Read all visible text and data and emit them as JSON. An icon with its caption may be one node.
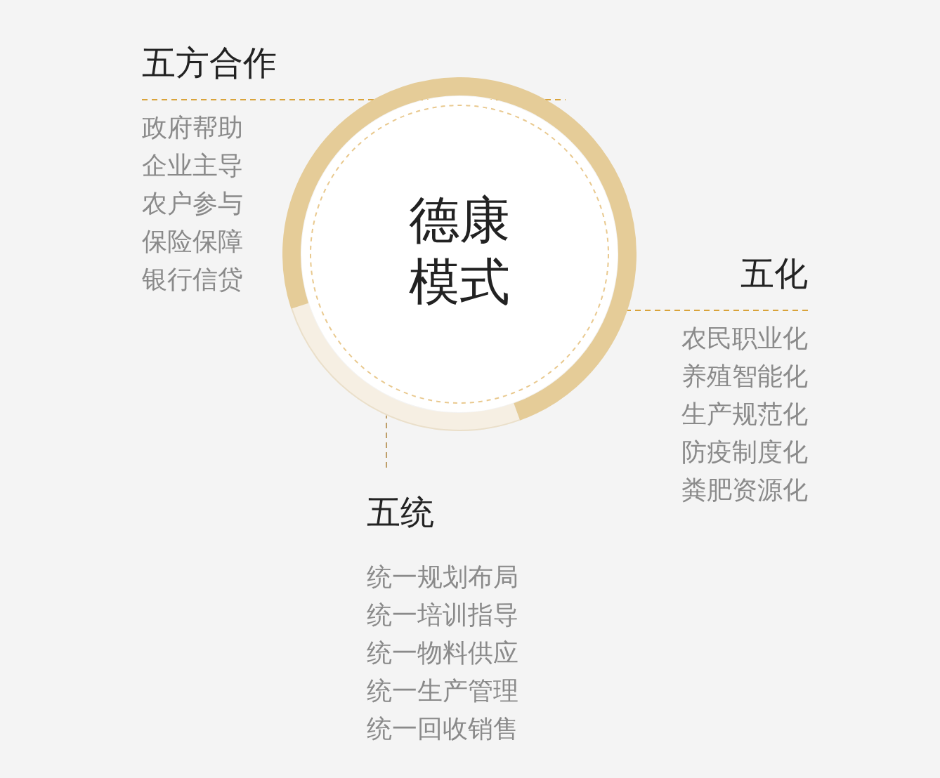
{
  "diagram": {
    "nodes": [
      {
        "text": [
          "德康模式"
        ]
      },
      {
        "text": [
          "五方合作",
          "政府帮助",
          "企业主导",
          "农户参与",
          "保险保障",
          "银行信贷"
        ]
      },
      {
        "text": [
          "五化",
          "农民职业化",
          "养殖智能化",
          "生产规范化",
          "防疫制度化",
          "粪肥资源化"
        ]
      },
      {
        "text": [
          "五统",
          "统一规划布局",
          "统一培训指导",
          "统一物料供应",
          "统一生产管理",
          "统一回收销售"
        ]
      }
    ],
    "edges": [
      {
        "from": 1,
        "to": 0,
        "arrow": "none",
        "style": "dashed"
      },
      {
        "from": 2,
        "to": 0,
        "arrow": "none",
        "style": "dashed"
      },
      {
        "from": 3,
        "to": 0,
        "arrow": "none",
        "style": "dashed",
        "color": "#bf9f6a"
      }
    ]
  }
}
